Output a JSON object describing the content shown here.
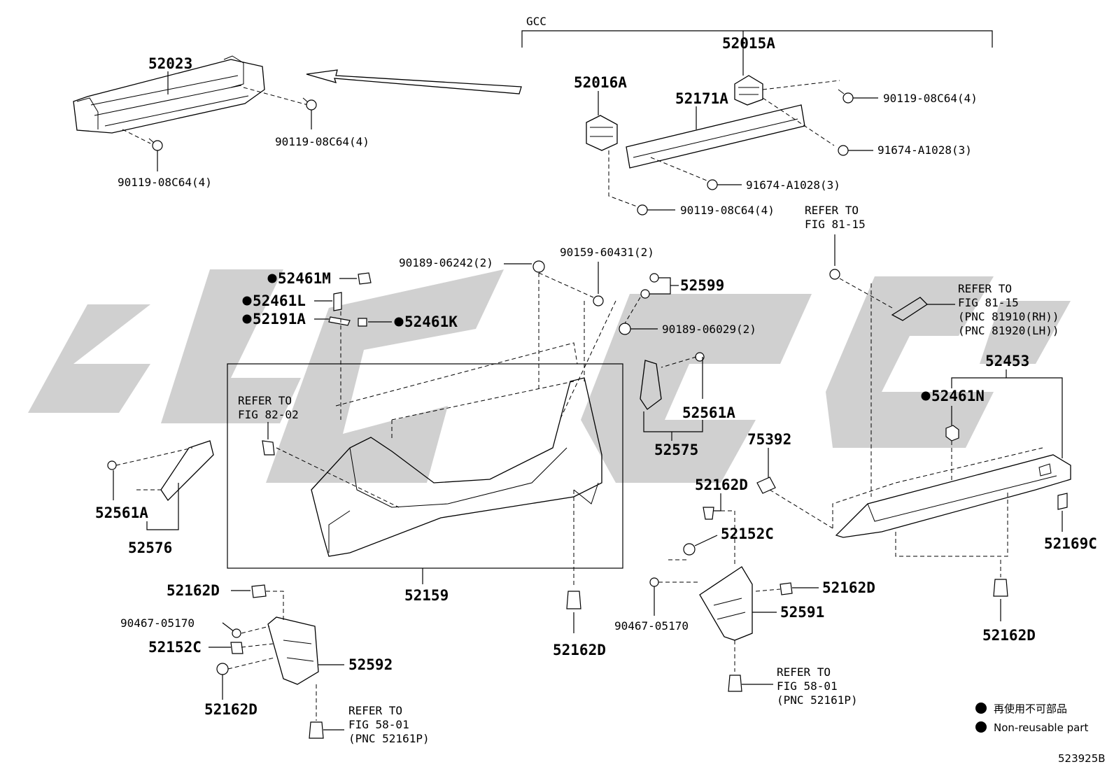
{
  "figure_id": "523925B",
  "group_label": "GCC",
  "watermark_color": "#c8c8c8",
  "parts": {
    "p52023": "52023",
    "p90119_left_a": "90119-08C64(4)",
    "p90119_left_b": "90119-08C64(4)",
    "p52015A": "52015A",
    "p52016A": "52016A",
    "p52171A": "52171A",
    "p90119_right_a": "90119-08C64(4)",
    "p91674_a": "91674-A1028(3)",
    "p91674_b": "91674-A1028(3)",
    "p90119_right_b": "90119-08C64(4)",
    "p90189_06242": "90189-06242(2)",
    "p90159_60431": "90159-60431(2)",
    "p52599": "52599",
    "p90189_06029": "90189-06029(2)",
    "p52461M": "52461M",
    "p52461L": "52461L",
    "p52191A": "52191A",
    "p52461K": "52461K",
    "p52561A_right": "52561A",
    "p52575": "52575",
    "p52561A_left": "52561A",
    "p52576": "52576",
    "p52159": "52159",
    "p52162D_center": "52162D",
    "p75392": "75392",
    "p52162D_mid": "52162D",
    "p52152C_mid": "52152C",
    "p90467_right": "90467-05170",
    "p52162D_r2": "52162D",
    "p52591": "52591",
    "p52162D_left_top": "52162D",
    "p90467_left": "90467-05170",
    "p52152C_left": "52152C",
    "p52592": "52592",
    "p52162D_left_bot": "52162D",
    "p52453": "52453",
    "p52461N": "52461N",
    "p52169C": "52169C",
    "p52162D_far_right": "52162D"
  },
  "refs": {
    "r81_15_top": [
      "REFER TO",
      "FIG 81-15"
    ],
    "r81_15_lamp": [
      "REFER TO",
      "FIG 81-15",
      "(PNC 81910(RH))",
      "(PNC 81920(LH))"
    ],
    "r82_02": [
      "REFER TO",
      "FIG 82-02"
    ],
    "r58_01_right": [
      "REFER TO",
      "FIG 58-01",
      "(PNC 52161P)"
    ],
    "r58_01_left": [
      "REFER TO",
      "FIG 58-01",
      "(PNC 52161P)"
    ]
  },
  "legend": {
    "japanese": "再使用不可部品",
    "english": "Non-reusable part"
  }
}
